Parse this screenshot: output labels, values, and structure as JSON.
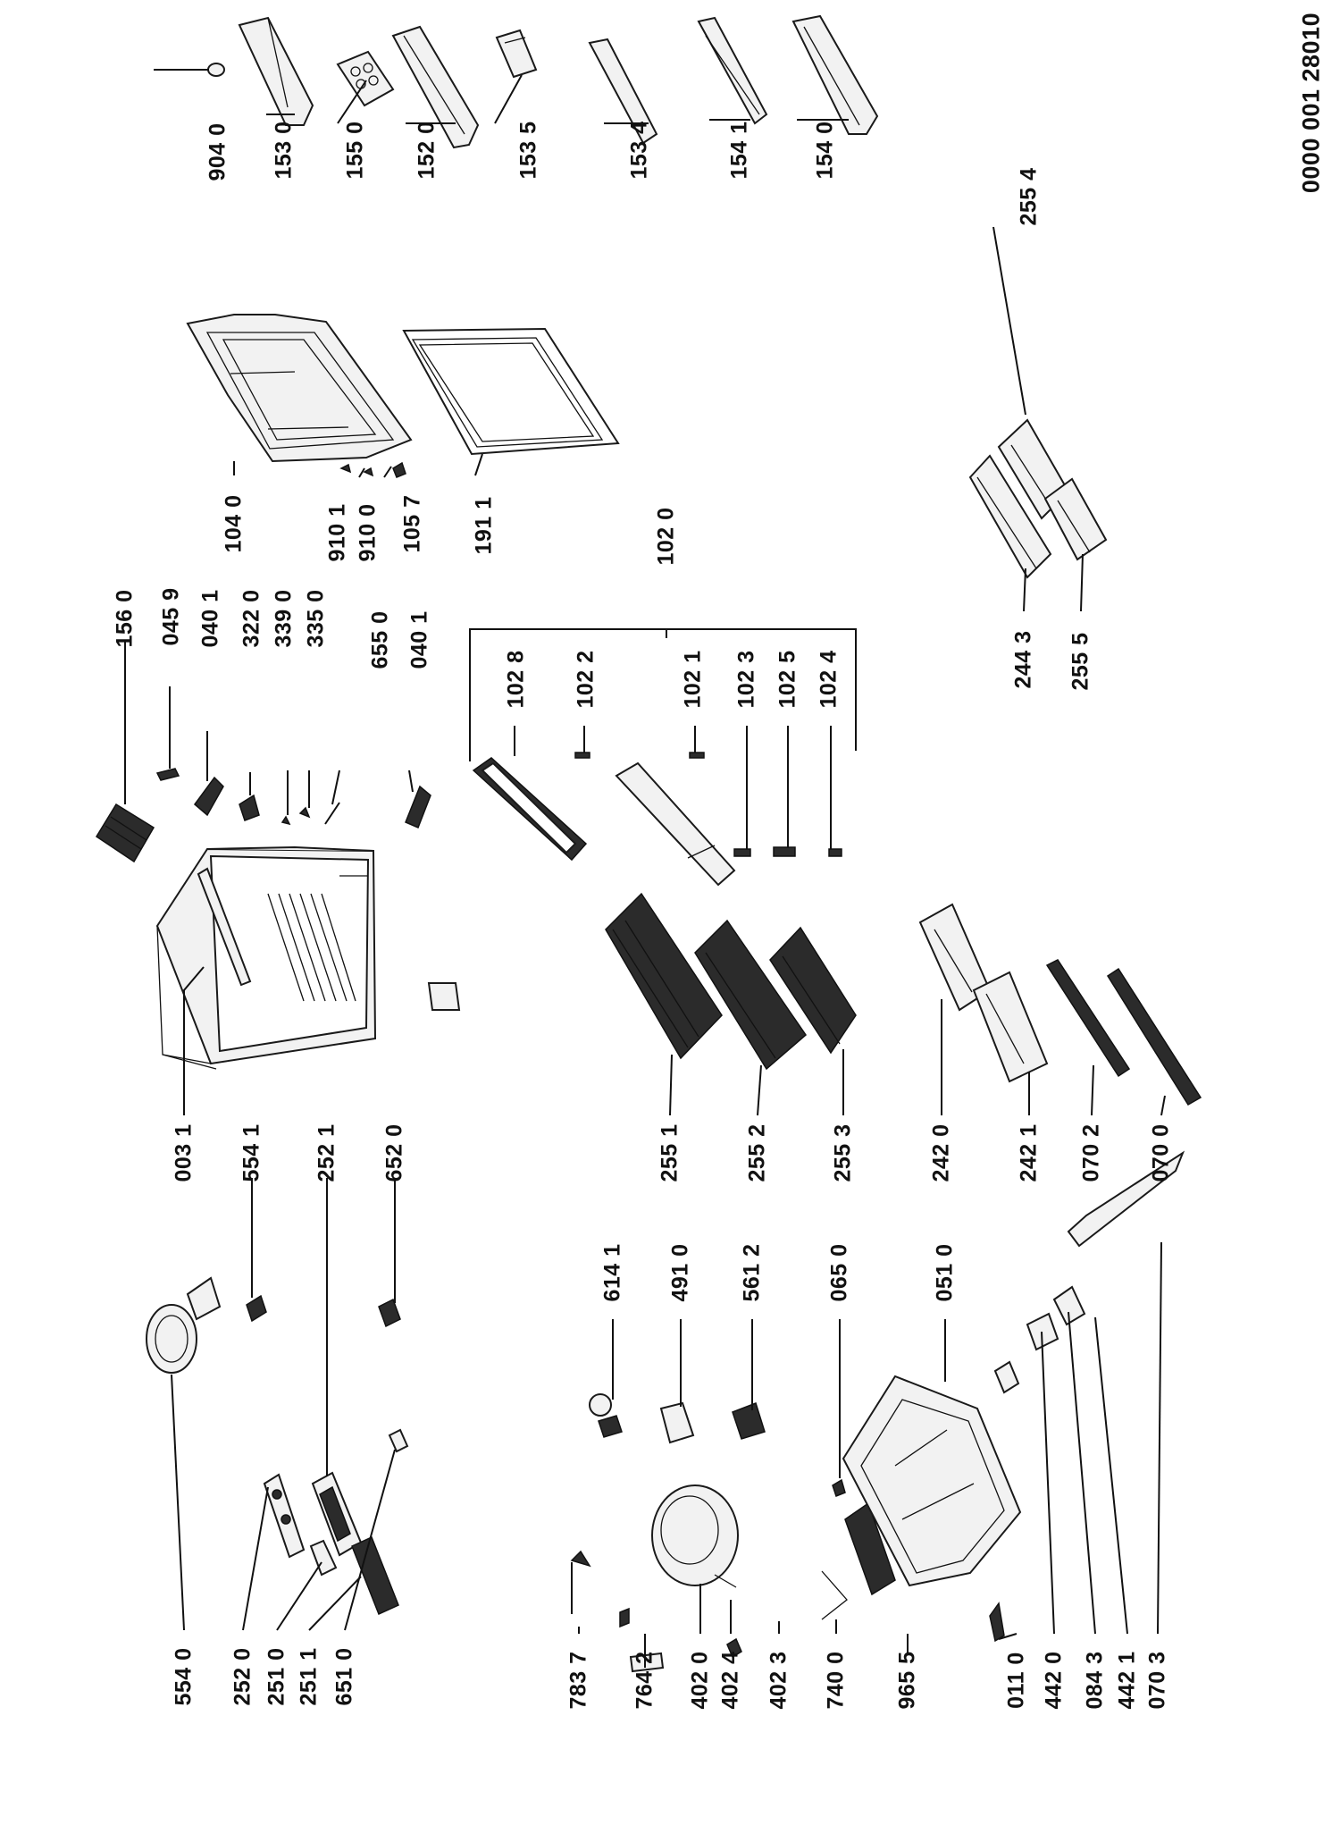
{
  "document_id": "0000 001 28010",
  "part_numbers": [
    "904 0",
    "153 0",
    "155 0",
    "152 0",
    "153 5",
    "153 4",
    "154 1",
    "154 0",
    "255 4",
    "104 0",
    "910 1",
    "910 0",
    "105 7",
    "191 1",
    "156 0",
    "045 9",
    "040 1",
    "322 0",
    "339 0",
    "335 0",
    "655 0",
    "040 1",
    "102 0",
    "102 8",
    "102 2",
    "102 1",
    "102 3",
    "102 5",
    "102 4",
    "244 3",
    "255 5",
    "003 1",
    "554 1",
    "252 1",
    "652 0",
    "255 1",
    "255 2",
    "255 3",
    "242 0",
    "242 1",
    "070 2",
    "070 0",
    "614 1",
    "491 0",
    "561 2",
    "065 0",
    "051 0",
    "554 0",
    "252 0",
    "251 0",
    "251 1",
    "651 0",
    "783 7",
    "764 2",
    "402 0",
    "402 4",
    "402 3",
    "740 0",
    "965 5",
    "011 0",
    "442 0",
    "084 3",
    "442 1",
    "070 3"
  ]
}
